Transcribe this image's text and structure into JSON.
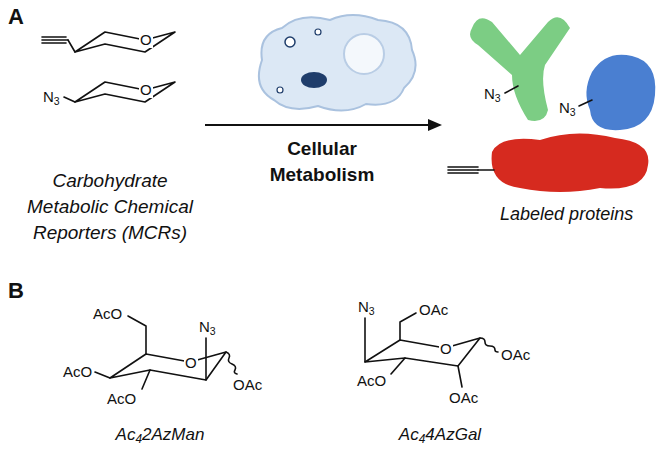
{
  "diagram": {
    "labels": [
      "A",
      "O",
      "N3",
      "O",
      "Carbohydrate Metabolic Chemical Reporters (MCRs)",
      "Cellular Metabolism",
      "N3",
      "N3",
      "Labeled proteins",
      "B",
      "AcO",
      "N3",
      "AcO",
      "O",
      "AcO",
      "OAc",
      "Ac42AzMan",
      "N3",
      "OAc",
      "AcO",
      "O",
      "OAc",
      "OAc",
      "Ac44AzGal"
    ]
  }
}
